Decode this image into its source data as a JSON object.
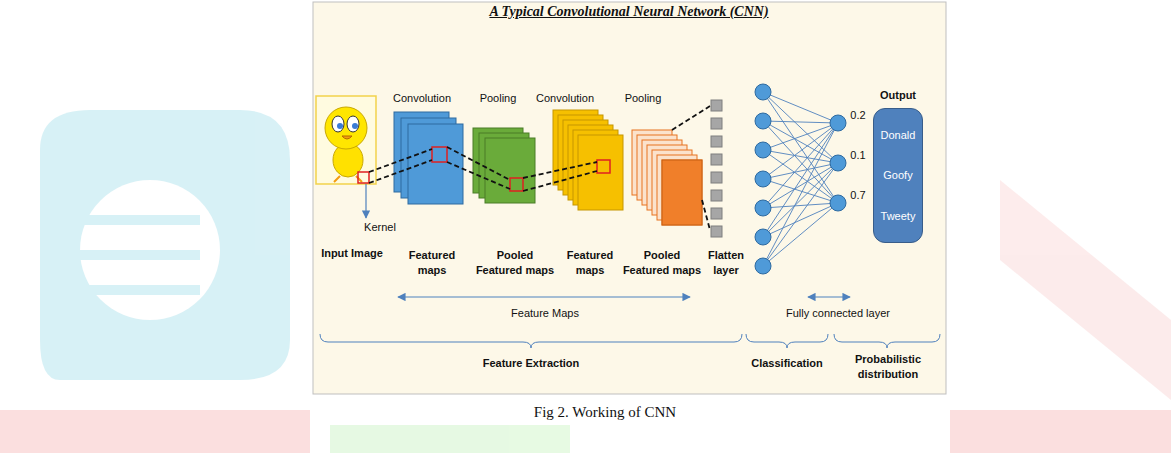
{
  "diagram": {
    "title": "A Typical Convolutional Neural Network (CNN)",
    "caption": "Fig 2. Working of CNN",
    "nodes": [
      {
        "text": [
          "Output",
          "Donald",
          "Goofy",
          "Tweety"
        ]
      }
    ],
    "labels": [
      "Convolution",
      "Pooling",
      "Convolution",
      "Pooling",
      "Kernel",
      "Input Image",
      "Featured maps",
      "Pooled Featured maps",
      "Featured maps",
      "Pooled Featured maps",
      "Flatten layer",
      "0.2",
      "0.1",
      "0.7",
      "Feature Maps",
      "Fully connected layer",
      "Feature Extraction",
      "Classification",
      "Probabilistic distribution"
    ]
  }
}
